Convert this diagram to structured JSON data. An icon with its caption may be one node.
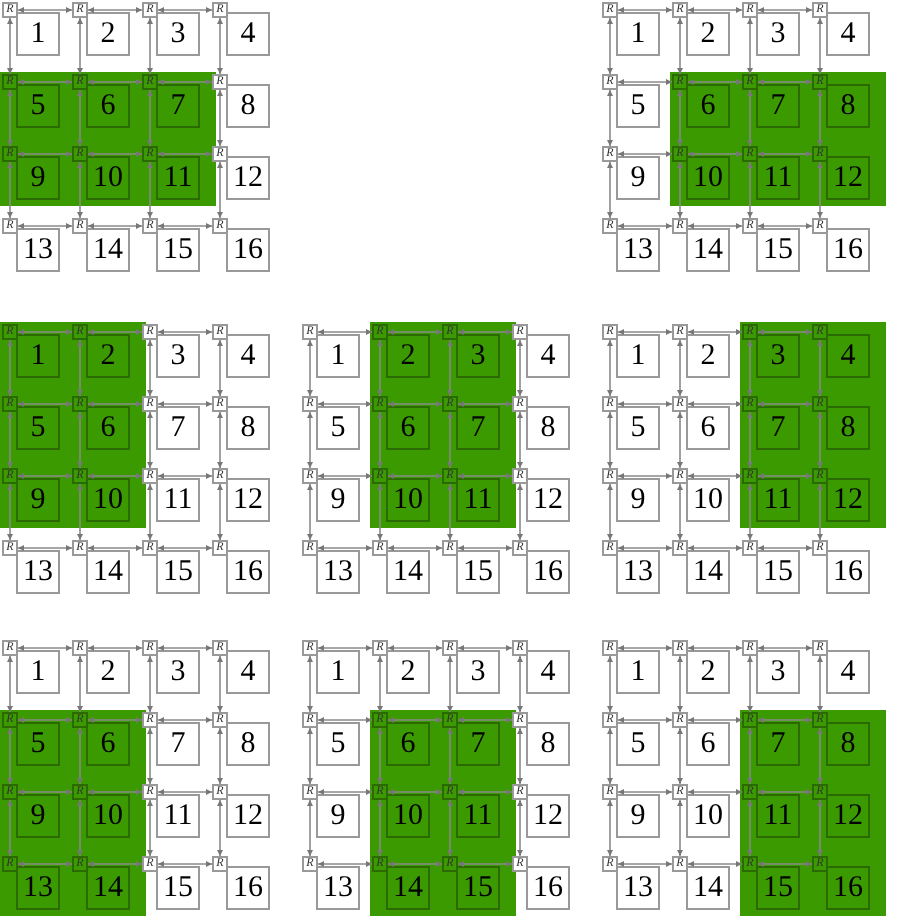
{
  "diagram": {
    "nodes": [
      {
        "text": [],
        "shape": "box"
      },
      {
        "text": [
          "R"
        ]
      },
      {
        "text": [
          "1"
        ]
      },
      {
        "text": [
          "R"
        ]
      },
      {
        "text": [
          "2"
        ]
      },
      {
        "text": [
          "R"
        ]
      },
      {
        "text": [
          "3"
        ]
      },
      {
        "text": [
          "R"
        ]
      },
      {
        "text": [
          "4"
        ]
      },
      {
        "text": [
          "R"
        ],
        "in": 0
      },
      {
        "text": [
          "5"
        ],
        "in": 0
      },
      {
        "text": [
          "R"
        ],
        "in": 0
      },
      {
        "text": [
          "6"
        ],
        "in": 0
      },
      {
        "text": [
          "R"
        ],
        "in": 0
      },
      {
        "text": [
          "7"
        ],
        "in": 0
      },
      {
        "text": [
          "R"
        ]
      },
      {
        "text": [
          "8"
        ]
      },
      {
        "text": [
          "R"
        ],
        "in": 0
      },
      {
        "text": [
          "9"
        ],
        "in": 0
      },
      {
        "text": [
          "R"
        ],
        "in": 0
      },
      {
        "text": [
          "10"
        ],
        "in": 0
      },
      {
        "text": [
          "R"
        ],
        "in": 0
      },
      {
        "text": [
          "11"
        ],
        "in": 0
      },
      {
        "text": [
          "R"
        ]
      },
      {
        "text": [
          "12"
        ]
      },
      {
        "text": [
          "R"
        ]
      },
      {
        "text": [
          "13"
        ]
      },
      {
        "text": [
          "R"
        ]
      },
      {
        "text": [
          "14"
        ]
      },
      {
        "text": [
          "R"
        ]
      },
      {
        "text": [
          "15"
        ]
      },
      {
        "text": [
          "R"
        ]
      },
      {
        "text": [
          "16"
        ]
      },
      {
        "text": [],
        "shape": "box"
      },
      {
        "text": [
          "R"
        ]
      },
      {
        "text": [
          "1"
        ]
      },
      {
        "text": [
          "R"
        ]
      },
      {
        "text": [
          "2"
        ]
      },
      {
        "text": [
          "R"
        ]
      },
      {
        "text": [
          "3"
        ]
      },
      {
        "text": [
          "R"
        ]
      },
      {
        "text": [
          "4"
        ]
      },
      {
        "text": [
          "R"
        ]
      },
      {
        "text": [
          "5"
        ]
      },
      {
        "text": [
          "R"
        ],
        "in": 33
      },
      {
        "text": [
          "6"
        ],
        "in": 33
      },
      {
        "text": [
          "R"
        ],
        "in": 33
      },
      {
        "text": [
          "7"
        ],
        "in": 33
      },
      {
        "text": [
          "R"
        ],
        "in": 33
      },
      {
        "text": [
          "8"
        ],
        "in": 33
      },
      {
        "text": [
          "R"
        ]
      },
      {
        "text": [
          "9"
        ]
      },
      {
        "text": [
          "R"
        ],
        "in": 33
      },
      {
        "text": [
          "10"
        ],
        "in": 33
      },
      {
        "text": [
          "R"
        ],
        "in": 33
      },
      {
        "text": [
          "11"
        ],
        "in": 33
      },
      {
        "text": [
          "R"
        ],
        "in": 33
      },
      {
        "text": [
          "12"
        ],
        "in": 33
      },
      {
        "text": [
          "R"
        ]
      },
      {
        "text": [
          "13"
        ]
      },
      {
        "text": [
          "R"
        ]
      },
      {
        "text": [
          "14"
        ]
      },
      {
        "text": [
          "R"
        ]
      },
      {
        "text": [
          "15"
        ]
      },
      {
        "text": [
          "R"
        ]
      },
      {
        "text": [
          "16"
        ]
      },
      {
        "text": [],
        "shape": "box"
      },
      {
        "text": [
          "R"
        ],
        "in": 66
      },
      {
        "text": [
          "1"
        ],
        "in": 66
      },
      {
        "text": [
          "R"
        ],
        "in": 66
      },
      {
        "text": [
          "2"
        ],
        "in": 66
      },
      {
        "text": [
          "R"
        ]
      },
      {
        "text": [
          "3"
        ]
      },
      {
        "text": [
          "R"
        ]
      },
      {
        "text": [
          "4"
        ]
      },
      {
        "text": [
          "R"
        ],
        "in": 66
      },
      {
        "text": [
          "5"
        ],
        "in": 66
      },
      {
        "text": [
          "R"
        ],
        "in": 66
      },
      {
        "text": [
          "6"
        ],
        "in": 66
      },
      {
        "text": [
          "R"
        ]
      },
      {
        "text": [
          "7"
        ]
      },
      {
        "text": [
          "R"
        ]
      },
      {
        "text": [
          "8"
        ]
      },
      {
        "text": [
          "R"
        ],
        "in": 66
      },
      {
        "text": [
          "9"
        ],
        "in": 66
      },
      {
        "text": [
          "R"
        ],
        "in": 66
      },
      {
        "text": [
          "10"
        ],
        "in": 66
      },
      {
        "text": [
          "R"
        ]
      },
      {
        "text": [
          "11"
        ]
      },
      {
        "text": [
          "R"
        ]
      },
      {
        "text": [
          "12"
        ]
      },
      {
        "text": [
          "R"
        ]
      },
      {
        "text": [
          "13"
        ]
      },
      {
        "text": [
          "R"
        ]
      },
      {
        "text": [
          "14"
        ]
      },
      {
        "text": [
          "R"
        ]
      },
      {
        "text": [
          "15"
        ]
      },
      {
        "text": [
          "R"
        ]
      },
      {
        "text": [
          "16"
        ]
      },
      {
        "text": [],
        "shape": "box"
      },
      {
        "text": [
          "R"
        ]
      },
      {
        "text": [
          "1"
        ]
      },
      {
        "text": [
          "R"
        ],
        "in": 99
      },
      {
        "text": [
          "2"
        ],
        "in": 99
      },
      {
        "text": [
          "R"
        ],
        "in": 99
      },
      {
        "text": [
          "3"
        ],
        "in": 99
      },
      {
        "text": [
          "R"
        ]
      },
      {
        "text": [
          "4"
        ]
      },
      {
        "text": [
          "R"
        ]
      },
      {
        "text": [
          "5"
        ]
      },
      {
        "text": [
          "R"
        ],
        "in": 99
      },
      {
        "text": [
          "6"
        ],
        "in": 99
      },
      {
        "text": [
          "R"
        ],
        "in": 99
      },
      {
        "text": [
          "7"
        ],
        "in": 99
      },
      {
        "text": [
          "R"
        ]
      },
      {
        "text": [
          "8"
        ]
      },
      {
        "text": [
          "R"
        ]
      },
      {
        "text": [
          "9"
        ]
      },
      {
        "text": [
          "R"
        ],
        "in": 99
      },
      {
        "text": [
          "10"
        ],
        "in": 99
      },
      {
        "text": [
          "R"
        ],
        "in": 99
      },
      {
        "text": [
          "11"
        ],
        "in": 99
      },
      {
        "text": [
          "R"
        ]
      },
      {
        "text": [
          "12"
        ]
      },
      {
        "text": [
          "R"
        ]
      },
      {
        "text": [
          "13"
        ]
      },
      {
        "text": [
          "R"
        ]
      },
      {
        "text": [
          "14"
        ]
      },
      {
        "text": [
          "R"
        ]
      },
      {
        "text": [
          "15"
        ]
      },
      {
        "text": [
          "R"
        ]
      },
      {
        "text": [
          "16"
        ]
      },
      {
        "text": [],
        "shape": "box"
      },
      {
        "text": [
          "R"
        ]
      },
      {
        "text": [
          "1"
        ]
      },
      {
        "text": [
          "R"
        ]
      },
      {
        "text": [
          "2"
        ]
      },
      {
        "text": [
          "R"
        ],
        "in": 132
      },
      {
        "text": [
          "3"
        ],
        "in": 132
      },
      {
        "text": [
          "R"
        ],
        "in": 132
      },
      {
        "text": [
          "4"
        ],
        "in": 132
      },
      {
        "text": [
          "R"
        ]
      },
      {
        "text": [
          "5"
        ]
      },
      {
        "text": [
          "R"
        ]
      },
      {
        "text": [
          "6"
        ]
      },
      {
        "text": [
          "R"
        ],
        "in": 132
      },
      {
        "text": [
          "7"
        ],
        "in": 132
      },
      {
        "text": [
          "R"
        ],
        "in": 132
      },
      {
        "text": [
          "8"
        ],
        "in": 132
      },
      {
        "text": [
          "R"
        ]
      },
      {
        "text": [
          "9"
        ]
      },
      {
        "text": [
          "R"
        ]
      },
      {
        "text": [
          "10"
        ]
      },
      {
        "text": [
          "R"
        ],
        "in": 132
      },
      {
        "text": [
          "11"
        ],
        "in": 132
      },
      {
        "text": [
          "R"
        ],
        "in": 132
      },
      {
        "text": [
          "12"
        ],
        "in": 132
      },
      {
        "text": [
          "R"
        ]
      },
      {
        "text": [
          "13"
        ]
      },
      {
        "text": [
          "R"
        ]
      },
      {
        "text": [
          "14"
        ]
      },
      {
        "text": [
          "R"
        ]
      },
      {
        "text": [
          "15"
        ]
      },
      {
        "text": [
          "R"
        ]
      },
      {
        "text": [
          "16"
        ]
      },
      {
        "text": [],
        "shape": "box"
      },
      {
        "text": [
          "R"
        ]
      },
      {
        "text": [
          "1"
        ]
      },
      {
        "text": [
          "R"
        ]
      },
      {
        "text": [
          "2"
        ]
      },
      {
        "text": [
          "R"
        ]
      },
      {
        "text": [
          "3"
        ]
      },
      {
        "text": [
          "R"
        ]
      },
      {
        "text": [
          "4"
        ]
      },
      {
        "text": [
          "R"
        ],
        "in": 165
      },
      {
        "text": [
          "5"
        ],
        "in": 165
      },
      {
        "text": [
          "R"
        ],
        "in": 165
      },
      {
        "text": [
          "6"
        ],
        "in": 165
      },
      {
        "text": [
          "R"
        ]
      },
      {
        "text": [
          "7"
        ]
      },
      {
        "text": [
          "R"
        ]
      },
      {
        "text": [
          "8"
        ]
      },
      {
        "text": [
          "R"
        ],
        "in": 165
      },
      {
        "text": [
          "9"
        ],
        "in": 165
      },
      {
        "text": [
          "R"
        ],
        "in": 165
      },
      {
        "text": [
          "10"
        ],
        "in": 165
      },
      {
        "text": [
          "R"
        ]
      },
      {
        "text": [
          "11"
        ]
      },
      {
        "text": [
          "R"
        ]
      },
      {
        "text": [
          "12"
        ]
      },
      {
        "text": [
          "R"
        ],
        "in": 165
      },
      {
        "text": [
          "13"
        ],
        "in": 165
      },
      {
        "text": [
          "R"
        ],
        "in": 165
      },
      {
        "text": [
          "14"
        ],
        "in": 165
      },
      {
        "text": [
          "R"
        ]
      },
      {
        "text": [
          "15"
        ]
      },
      {
        "text": [
          "R"
        ]
      },
      {
        "text": [
          "16"
        ]
      },
      {
        "text": [],
        "shape": "box"
      },
      {
        "text": [
          "R"
        ]
      },
      {
        "text": [
          "1"
        ]
      },
      {
        "text": [
          "R"
        ]
      },
      {
        "text": [
          "2"
        ]
      },
      {
        "text": [
          "R"
        ]
      },
      {
        "text": [
          "3"
        ]
      },
      {
        "text": [
          "R"
        ]
      },
      {
        "text": [
          "4"
        ]
      },
      {
        "text": [
          "R"
        ]
      },
      {
        "text": [
          "5"
        ]
      },
      {
        "text": [
          "R"
        ],
        "in": 198
      },
      {
        "text": [
          "6"
        ],
        "in": 198
      },
      {
        "text": [
          "R"
        ],
        "in": 198
      },
      {
        "text": [
          "7"
        ],
        "in": 198
      },
      {
        "text": [
          "R"
        ]
      },
      {
        "text": [
          "8"
        ]
      },
      {
        "text": [
          "R"
        ]
      },
      {
        "text": [
          "9"
        ]
      },
      {
        "text": [
          "R"
        ],
        "in": 198
      },
      {
        "text": [
          "10"
        ],
        "in": 198
      },
      {
        "text": [
          "R"
        ],
        "in": 198
      },
      {
        "text": [
          "11"
        ],
        "in": 198
      },
      {
        "text": [
          "R"
        ]
      },
      {
        "text": [
          "12"
        ]
      },
      {
        "text": [
          "R"
        ]
      },
      {
        "text": [
          "13"
        ]
      },
      {
        "text": [
          "R"
        ],
        "in": 198
      },
      {
        "text": [
          "14"
        ],
        "in": 198
      },
      {
        "text": [
          "R"
        ],
        "in": 198
      },
      {
        "text": [
          "15"
        ],
        "in": 198
      },
      {
        "text": [
          "R"
        ]
      },
      {
        "text": [
          "16"
        ]
      },
      {
        "text": [],
        "shape": "box"
      },
      {
        "text": [
          "R"
        ]
      },
      {
        "text": [
          "1"
        ]
      },
      {
        "text": [
          "R"
        ]
      },
      {
        "text": [
          "2"
        ]
      },
      {
        "text": [
          "R"
        ]
      },
      {
        "text": [
          "3"
        ]
      },
      {
        "text": [
          "R"
        ]
      },
      {
        "text": [
          "4"
        ]
      },
      {
        "text": [
          "R"
        ]
      },
      {
        "text": [
          "5"
        ]
      },
      {
        "text": [
          "R"
        ]
      },
      {
        "text": [
          "6"
        ]
      },
      {
        "text": [
          "R"
        ],
        "in": 231
      },
      {
        "text": [
          "7"
        ],
        "in": 231
      },
      {
        "text": [
          "R"
        ],
        "in": 231
      },
      {
        "text": [
          "8"
        ],
        "in": 231
      },
      {
        "text": [
          "R"
        ]
      },
      {
        "text": [
          "9"
        ]
      },
      {
        "text": [
          "R"
        ]
      },
      {
        "text": [
          "10"
        ]
      },
      {
        "text": [
          "R"
        ],
        "in": 231
      },
      {
        "text": [
          "11"
        ],
        "in": 231
      },
      {
        "text": [
          "R"
        ],
        "in": 231
      },
      {
        "text": [
          "12"
        ],
        "in": 231
      },
      {
        "text": [
          "R"
        ]
      },
      {
        "text": [
          "13"
        ]
      },
      {
        "text": [
          "R"
        ]
      },
      {
        "text": [
          "14"
        ]
      },
      {
        "text": [
          "R"
        ],
        "in": 231
      },
      {
        "text": [
          "15"
        ],
        "in": 231
      },
      {
        "text": [
          "R"
        ],
        "in": 231
      },
      {
        "text": [
          "16"
        ],
        "in": 231
      }
    ],
    "edges": [
      {
        "from": 1,
        "to": 3,
        "arrow": "both"
      },
      {
        "from": 3,
        "to": 5,
        "arrow": "both"
      },
      {
        "from": 5,
        "to": 7,
        "arrow": "both"
      },
      {
        "from": 9,
        "to": 11,
        "arrow": "both"
      },
      {
        "from": 11,
        "to": 13,
        "arrow": "both"
      },
      {
        "from": 13,
        "to": 15,
        "arrow": "both"
      },
      {
        "from": 17,
        "to": 19,
        "arrow": "both"
      },
      {
        "from": 19,
        "to": 21,
        "arrow": "both"
      },
      {
        "from": 21,
        "to": 23,
        "arrow": "both"
      },
      {
        "from": 25,
        "to": 27,
        "arrow": "both"
      },
      {
        "from": 27,
        "to": 29,
        "arrow": "both"
      },
      {
        "from": 29,
        "to": 31,
        "arrow": "both"
      },
      {
        "from": 1,
        "to": 9,
        "arrow": "both"
      },
      {
        "from": 3,
        "to": 11,
        "arrow": "both"
      },
      {
        "from": 5,
        "to": 13,
        "arrow": "both"
      },
      {
        "from": 7,
        "to": 15,
        "arrow": "both"
      },
      {
        "from": 9,
        "to": 17,
        "arrow": "both"
      },
      {
        "from": 11,
        "to": 19,
        "arrow": "both"
      },
      {
        "from": 13,
        "to": 21,
        "arrow": "both"
      },
      {
        "from": 15,
        "to": 23,
        "arrow": "both"
      },
      {
        "from": 17,
        "to": 25,
        "arrow": "both"
      },
      {
        "from": 19,
        "to": 27,
        "arrow": "both"
      },
      {
        "from": 21,
        "to": 29,
        "arrow": "both"
      },
      {
        "from": 23,
        "to": 31,
        "arrow": "both"
      },
      {
        "from": 34,
        "to": 36,
        "arrow": "both"
      },
      {
        "from": 36,
        "to": 38,
        "arrow": "both"
      },
      {
        "from": 38,
        "to": 40,
        "arrow": "both"
      },
      {
        "from": 42,
        "to": 44,
        "arrow": "both"
      },
      {
        "from": 44,
        "to": 46,
        "arrow": "both"
      },
      {
        "from": 46,
        "to": 48,
        "arrow": "both"
      },
      {
        "from": 50,
        "to": 52,
        "arrow": "both"
      },
      {
        "from": 52,
        "to": 54,
        "arrow": "both"
      },
      {
        "from": 54,
        "to": 56,
        "arrow": "both"
      },
      {
        "from": 58,
        "to": 60,
        "arrow": "both"
      },
      {
        "from": 60,
        "to": 62,
        "arrow": "both"
      },
      {
        "from": 62,
        "to": 64,
        "arrow": "both"
      },
      {
        "from": 34,
        "to": 42,
        "arrow": "both"
      },
      {
        "from": 36,
        "to": 44,
        "arrow": "both"
      },
      {
        "from": 38,
        "to": 46,
        "arrow": "both"
      },
      {
        "from": 40,
        "to": 48,
        "arrow": "both"
      },
      {
        "from": 42,
        "to": 50,
        "arrow": "both"
      },
      {
        "from": 44,
        "to": 52,
        "arrow": "both"
      },
      {
        "from": 46,
        "to": 54,
        "arrow": "both"
      },
      {
        "from": 48,
        "to": 56,
        "arrow": "both"
      },
      {
        "from": 50,
        "to": 58,
        "arrow": "both"
      },
      {
        "from": 52,
        "to": 60,
        "arrow": "both"
      },
      {
        "from": 54,
        "to": 62,
        "arrow": "both"
      },
      {
        "from": 56,
        "to": 64,
        "arrow": "both"
      },
      {
        "from": 67,
        "to": 69,
        "arrow": "both"
      },
      {
        "from": 69,
        "to": 71,
        "arrow": "both"
      },
      {
        "from": 71,
        "to": 73,
        "arrow": "both"
      },
      {
        "from": 75,
        "to": 77,
        "arrow": "both"
      },
      {
        "from": 77,
        "to": 79,
        "arrow": "both"
      },
      {
        "from": 79,
        "to": 81,
        "arrow": "both"
      },
      {
        "from": 83,
        "to": 85,
        "arrow": "both"
      },
      {
        "from": 85,
        "to": 87,
        "arrow": "both"
      },
      {
        "from": 87,
        "to": 89,
        "arrow": "both"
      },
      {
        "from": 91,
        "to": 93,
        "arrow": "both"
      },
      {
        "from": 93,
        "to": 95,
        "arrow": "both"
      },
      {
        "from": 95,
        "to": 97,
        "arrow": "both"
      },
      {
        "from": 67,
        "to": 75,
        "arrow": "both"
      },
      {
        "from": 69,
        "to": 77,
        "arrow": "both"
      },
      {
        "from": 71,
        "to": 79,
        "arrow": "both"
      },
      {
        "from": 73,
        "to": 81,
        "arrow": "both"
      },
      {
        "from": 75,
        "to": 83,
        "arrow": "both"
      },
      {
        "from": 77,
        "to": 85,
        "arrow": "both"
      },
      {
        "from": 79,
        "to": 87,
        "arrow": "both"
      },
      {
        "from": 81,
        "to": 89,
        "arrow": "both"
      },
      {
        "from": 83,
        "to": 91,
        "arrow": "both"
      },
      {
        "from": 85,
        "to": 93,
        "arrow": "both"
      },
      {
        "from": 87,
        "to": 95,
        "arrow": "both"
      },
      {
        "from": 89,
        "to": 97,
        "arrow": "both"
      },
      {
        "from": 100,
        "to": 102,
        "arrow": "both"
      },
      {
        "from": 102,
        "to": 104,
        "arrow": "both"
      },
      {
        "from": 104,
        "to": 106,
        "arrow": "both"
      },
      {
        "from": 108,
        "to": 110,
        "arrow": "both"
      },
      {
        "from": 110,
        "to": 112,
        "arrow": "both"
      },
      {
        "from": 112,
        "to": 114,
        "arrow": "both"
      },
      {
        "from": 116,
        "to": 118,
        "arrow": "both"
      },
      {
        "from": 118,
        "to": 120,
        "arrow": "both"
      },
      {
        "from": 120,
        "to": 122,
        "arrow": "both"
      },
      {
        "from": 124,
        "to": 126,
        "arrow": "both"
      },
      {
        "from": 126,
        "to": 128,
        "arrow": "both"
      },
      {
        "from": 128,
        "to": 130,
        "arrow": "both"
      },
      {
        "from": 100,
        "to": 108,
        "arrow": "both"
      },
      {
        "from": 102,
        "to": 110,
        "arrow": "both"
      },
      {
        "from": 104,
        "to": 112,
        "arrow": "both"
      },
      {
        "from": 106,
        "to": 114,
        "arrow": "both"
      },
      {
        "from": 108,
        "to": 116,
        "arrow": "both"
      },
      {
        "from": 110,
        "to": 118,
        "arrow": "both"
      },
      {
        "from": 112,
        "to": 120,
        "arrow": "both"
      },
      {
        "from": 114,
        "to": 122,
        "arrow": "both"
      },
      {
        "from": 116,
        "to": 124,
        "arrow": "both"
      },
      {
        "from": 118,
        "to": 126,
        "arrow": "both"
      },
      {
        "from": 120,
        "to": 128,
        "arrow": "both"
      },
      {
        "from": 122,
        "to": 130,
        "arrow": "both"
      },
      {
        "from": 133,
        "to": 135,
        "arrow": "both"
      },
      {
        "from": 135,
        "to": 137,
        "arrow": "both"
      },
      {
        "from": 137,
        "to": 139,
        "arrow": "both"
      },
      {
        "from": 141,
        "to": 143,
        "arrow": "both"
      },
      {
        "from": 143,
        "to": 145,
        "arrow": "both"
      },
      {
        "from": 145,
        "to": 147,
        "arrow": "both"
      },
      {
        "from": 149,
        "to": 151,
        "arrow": "both"
      },
      {
        "from": 151,
        "to": 153,
        "arrow": "both"
      },
      {
        "from": 153,
        "to": 155,
        "arrow": "both"
      },
      {
        "from": 157,
        "to": 159,
        "arrow": "both"
      },
      {
        "from": 159,
        "to": 161,
        "arrow": "both"
      },
      {
        "from": 161,
        "to": 163,
        "arrow": "both"
      },
      {
        "from": 133,
        "to": 141,
        "arrow": "both"
      },
      {
        "from": 135,
        "to": 143,
        "arrow": "both"
      },
      {
        "from": 137,
        "to": 145,
        "arrow": "both"
      },
      {
        "from": 139,
        "to": 147,
        "arrow": "both"
      },
      {
        "from": 141,
        "to": 149,
        "arrow": "both"
      },
      {
        "from": 143,
        "to": 151,
        "arrow": "both"
      },
      {
        "from": 145,
        "to": 153,
        "arrow": "both"
      },
      {
        "from": 147,
        "to": 155,
        "arrow": "both"
      },
      {
        "from": 149,
        "to": 157,
        "arrow": "both"
      },
      {
        "from": 151,
        "to": 159,
        "arrow": "both"
      },
      {
        "from": 153,
        "to": 161,
        "arrow": "both"
      },
      {
        "from": 155,
        "to": 163,
        "arrow": "both"
      },
      {
        "from": 166,
        "to": 168,
        "arrow": "both"
      },
      {
        "from": 168,
        "to": 170,
        "arrow": "both"
      },
      {
        "from": 170,
        "to": 172,
        "arrow": "both"
      },
      {
        "from": 174,
        "to": 176,
        "arrow": "both"
      },
      {
        "from": 176,
        "to": 178,
        "arrow": "both"
      },
      {
        "from": 178,
        "to": 180,
        "arrow": "both"
      },
      {
        "from": 182,
        "to": 184,
        "arrow": "both"
      },
      {
        "from": 184,
        "to": 186,
        "arrow": "both"
      },
      {
        "from": 186,
        "to": 188,
        "arrow": "both"
      },
      {
        "from": 190,
        "to": 192,
        "arrow": "both"
      },
      {
        "from": 192,
        "to": 194,
        "arrow": "both"
      },
      {
        "from": 194,
        "to": 196,
        "arrow": "both"
      },
      {
        "from": 166,
        "to": 174,
        "arrow": "both"
      },
      {
        "from": 168,
        "to": 176,
        "arrow": "both"
      },
      {
        "from": 170,
        "to": 178,
        "arrow": "both"
      },
      {
        "from": 172,
        "to": 180,
        "arrow": "both"
      },
      {
        "from": 174,
        "to": 182,
        "arrow": "both"
      },
      {
        "from": 176,
        "to": 184,
        "arrow": "both"
      },
      {
        "from": 178,
        "to": 186,
        "arrow": "both"
      },
      {
        "from": 180,
        "to": 188,
        "arrow": "both"
      },
      {
        "from": 182,
        "to": 190,
        "arrow": "both"
      },
      {
        "from": 184,
        "to": 192,
        "arrow": "both"
      },
      {
        "from": 186,
        "to": 194,
        "arrow": "both"
      },
      {
        "from": 188,
        "to": 196,
        "arrow": "both"
      },
      {
        "from": 199,
        "to": 201,
        "arrow": "both"
      },
      {
        "from": 201,
        "to": 203,
        "arrow": "both"
      },
      {
        "from": 203,
        "to": 205,
        "arrow": "both"
      },
      {
        "from": 207,
        "to": 209,
        "arrow": "both"
      },
      {
        "from": 209,
        "to": 211,
        "arrow": "both"
      },
      {
        "from": 211,
        "to": 213,
        "arrow": "both"
      },
      {
        "from": 215,
        "to": 217,
        "arrow": "both"
      },
      {
        "from": 217,
        "to": 219,
        "arrow": "both"
      },
      {
        "from": 219,
        "to": 221,
        "arrow": "both"
      },
      {
        "from": 223,
        "to": 225,
        "arrow": "both"
      },
      {
        "from": 225,
        "to": 227,
        "arrow": "both"
      },
      {
        "from": 227,
        "to": 229,
        "arrow": "both"
      },
      {
        "from": 199,
        "to": 207,
        "arrow": "both"
      },
      {
        "from": 201,
        "to": 209,
        "arrow": "both"
      },
      {
        "from": 203,
        "to": 211,
        "arrow": "both"
      },
      {
        "from": 205,
        "to": 213,
        "arrow": "both"
      },
      {
        "from": 207,
        "to": 215,
        "arrow": "both"
      },
      {
        "from": 209,
        "to": 217,
        "arrow": "both"
      },
      {
        "from": 211,
        "to": 219,
        "arrow": "both"
      },
      {
        "from": 213,
        "to": 221,
        "arrow": "both"
      },
      {
        "from": 215,
        "to": 223,
        "arrow": "both"
      },
      {
        "from": 217,
        "to": 225,
        "arrow": "both"
      },
      {
        "from": 219,
        "to": 227,
        "arrow": "both"
      },
      {
        "from": 221,
        "to": 229,
        "arrow": "both"
      },
      {
        "from": 232,
        "to": 234,
        "arrow": "both"
      },
      {
        "from": 234,
        "to": 236,
        "arrow": "both"
      },
      {
        "from": 236,
        "to": 238,
        "arrow": "both"
      },
      {
        "from": 240,
        "to": 242,
        "arrow": "both"
      },
      {
        "from": 242,
        "to": 244,
        "arrow": "both"
      },
      {
        "from": 244,
        "to": 246,
        "arrow": "both"
      },
      {
        "from": 248,
        "to": 250,
        "arrow": "both"
      },
      {
        "from": 250,
        "to": 252,
        "arrow": "both"
      },
      {
        "from": 252,
        "to": 254,
        "arrow": "both"
      },
      {
        "from": 256,
        "to": 258,
        "arrow": "both"
      },
      {
        "from": 258,
        "to": 260,
        "arrow": "both"
      },
      {
        "from": 260,
        "to": 262,
        "arrow": "both"
      },
      {
        "from": 232,
        "to": 240,
        "arrow": "both"
      },
      {
        "from": 234,
        "to": 242,
        "arrow": "both"
      },
      {
        "from": 236,
        "to": 244,
        "arrow": "both"
      },
      {
        "from": 238,
        "to": 246,
        "arrow": "both"
      },
      {
        "from": 240,
        "to": 248,
        "arrow": "both"
      },
      {
        "from": 242,
        "to": 250,
        "arrow": "both"
      },
      {
        "from": 244,
        "to": 252,
        "arrow": "both"
      },
      {
        "from": 246,
        "to": 254,
        "arrow": "both"
      },
      {
        "from": 248,
        "to": 256,
        "arrow": "both"
      },
      {
        "from": 250,
        "to": 258,
        "arrow": "both"
      },
      {
        "from": 252,
        "to": 260,
        "arrow": "both"
      },
      {
        "from": 254,
        "to": 262,
        "arrow": "both"
      }
    ]
  }
}
